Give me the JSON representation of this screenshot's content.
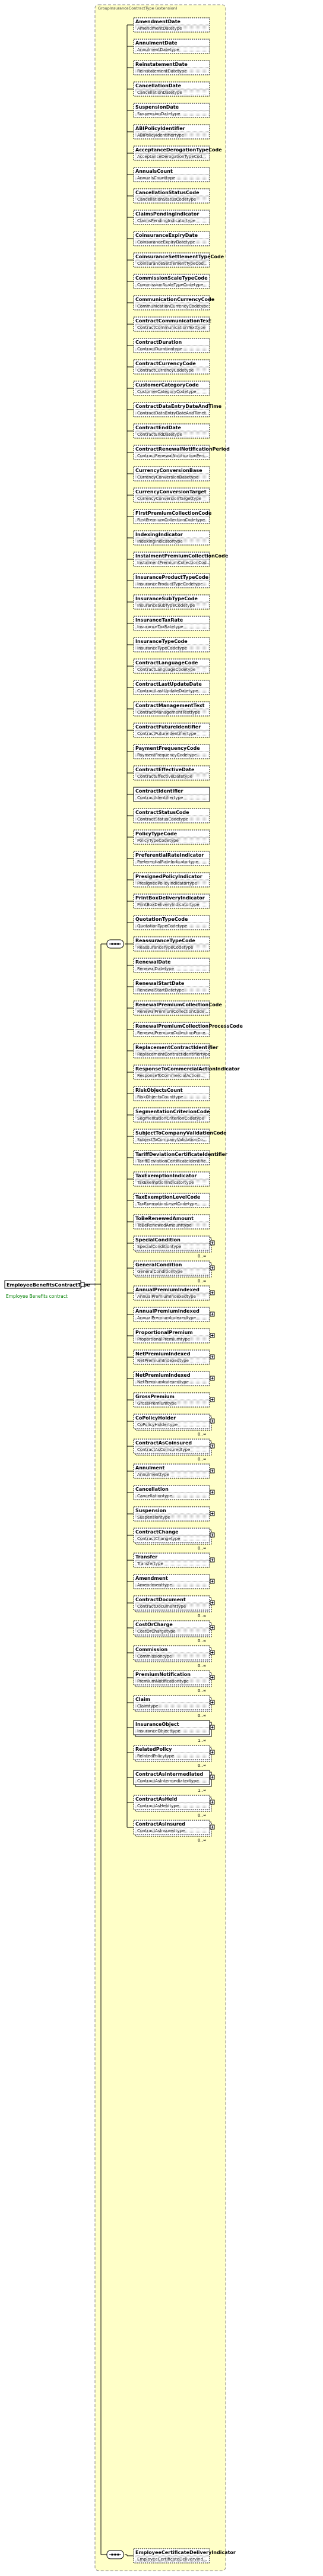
{
  "diagram": {
    "group_label": "GroupInsuranceContractType (extension)",
    "root": {
      "name": "EmployeeBenefitsContractType",
      "doc": "Employee Benefits contract"
    },
    "sequence_1": {
      "elements": [
        {
          "name": "AmendmentDate",
          "type": "AmendmentDatetype",
          "occ": "",
          "kind": "optional"
        },
        {
          "name": "AnnulmentDate",
          "type": "AnnulmentDatetype",
          "occ": "",
          "kind": "optional"
        },
        {
          "name": "ReinstatementDate",
          "type": "ReinstatementDatetype",
          "occ": "",
          "kind": "optional"
        },
        {
          "name": "CancellationDate",
          "type": "CancellationDatetype",
          "occ": "",
          "kind": "optional"
        },
        {
          "name": "SuspensionDate",
          "type": "SuspensionDatetype",
          "occ": "",
          "kind": "optional"
        },
        {
          "name": "ABIPolicyIdentifier",
          "type": "ABIPolicyIdentifiertype",
          "occ": "",
          "kind": "optional"
        },
        {
          "name": "AcceptanceDerogationTypeCode",
          "type": "AcceptanceDerogationTypeCod...",
          "occ": "",
          "kind": "optional"
        },
        {
          "name": "AnnualsCount",
          "type": "AnnualsCounttype",
          "occ": "",
          "kind": "optional"
        },
        {
          "name": "CancellationStatusCode",
          "type": "CancellationStatusCodetype",
          "occ": "",
          "kind": "optional"
        },
        {
          "name": "ClaimsPendingIndicator",
          "type": "ClaimsPendingIndicatortype",
          "occ": "",
          "kind": "optional"
        },
        {
          "name": "CoinsuranceExpiryDate",
          "type": "CoinsuranceExpiryDatetype",
          "occ": "",
          "kind": "optional"
        },
        {
          "name": "CoinsuranceSettlementTypeCode",
          "type": "CoinsuranceSettlementTypeCod...",
          "occ": "",
          "kind": "optional"
        },
        {
          "name": "CommissionScaleTypeCode",
          "type": "CommissionScaleTypeCodetype",
          "occ": "",
          "kind": "optional"
        },
        {
          "name": "CommunicationCurrencyCode",
          "type": "CommunicationCurrencyCodetype",
          "occ": "",
          "kind": "optional"
        },
        {
          "name": "ContractCommunicationText",
          "type": "ContractCommunicationTexttype",
          "occ": "",
          "kind": "optional"
        },
        {
          "name": "ContractDuration",
          "type": "ContractDurationtype",
          "occ": "",
          "kind": "optional"
        },
        {
          "name": "ContractCurrencyCode",
          "type": "ContractCurrencyCodetype",
          "occ": "",
          "kind": "optional"
        },
        {
          "name": "CustomerCategoryCode",
          "type": "CustomerCategoryCodetype",
          "occ": "",
          "kind": "optional"
        },
        {
          "name": "ContractDataEntryDateAndTime",
          "type": "ContractDataEntryDateAndTimet...",
          "occ": "",
          "kind": "optional"
        },
        {
          "name": "ContractEndDate",
          "type": "ContractEndDatetype",
          "occ": "",
          "kind": "optional"
        },
        {
          "name": "ContractRenewalNotificationPeriod",
          "type": "ContractRenewalNotificationPeri...",
          "occ": "",
          "kind": "optional"
        },
        {
          "name": "CurrencyConversionBase",
          "type": "CurrencyConversionBasetype",
          "occ": "",
          "kind": "optional"
        },
        {
          "name": "CurrencyConversionTarget",
          "type": "CurrencyConversionTargettype",
          "occ": "",
          "kind": "optional"
        },
        {
          "name": "FirstPremiumCollectionCode",
          "type": "FirstPremiumCollectionCodetype",
          "occ": "",
          "kind": "optional"
        },
        {
          "name": "IndexingIndicator",
          "type": "IndexingIndicatortype",
          "occ": "",
          "kind": "optional"
        },
        {
          "name": "InstalmentPremiumCollectionCode",
          "type": "InstalmentPremiumCollectionCod...",
          "occ": "",
          "kind": "optional"
        },
        {
          "name": "InsuranceProductTypeCode",
          "type": "InsuranceProductTypeCodetype",
          "occ": "",
          "kind": "optional"
        },
        {
          "name": "InsuranceSubTypeCode",
          "type": "InsuranceSubTypeCodetype",
          "occ": "",
          "kind": "optional"
        },
        {
          "name": "InsuranceTaxRate",
          "type": "InsuranceTaxRatetype",
          "occ": "",
          "kind": "optional"
        },
        {
          "name": "InsuranceTypeCode",
          "type": "InsuranceTypeCodetype",
          "occ": "",
          "kind": "optional"
        },
        {
          "name": "ContractLanguageCode",
          "type": "ContractLanguageCodetype",
          "occ": "",
          "kind": "optional"
        },
        {
          "name": "ContractLastUpdateDate",
          "type": "ContractLastUpdateDatetype",
          "occ": "",
          "kind": "optional"
        },
        {
          "name": "ContractManagementText",
          "type": "ContractManagementTexttype",
          "occ": "",
          "kind": "optional"
        },
        {
          "name": "ContractFutureIdentifier",
          "type": "ContractFutureIdentifiertype",
          "occ": "",
          "kind": "optional"
        },
        {
          "name": "PaymentFrequencyCode",
          "type": "PaymentFrequencyCodetype",
          "occ": "",
          "kind": "optional"
        },
        {
          "name": "ContractEffectiveDate",
          "type": "ContractEffectiveDatetype",
          "occ": "",
          "kind": "optional"
        },
        {
          "name": "ContractIdentifier",
          "type": "ContractIdentifiertype",
          "occ": "",
          "kind": "required"
        },
        {
          "name": "ContractStatusCode",
          "type": "ContractStatusCodetype",
          "occ": "",
          "kind": "optional"
        },
        {
          "name": "PolicyTypeCode",
          "type": "PolicyTypeCodetype",
          "occ": "",
          "kind": "optional"
        },
        {
          "name": "PreferentialRateIndicator",
          "type": "PreferentialRateIndicatortype",
          "occ": "",
          "kind": "optional"
        },
        {
          "name": "PresignedPolicyIndicator",
          "type": "PresignedPolicyIndicatortype",
          "occ": "",
          "kind": "optional"
        },
        {
          "name": "PrintBoxDeliveryIndicator",
          "type": "PrintBoxDeliveryIndicatortype",
          "occ": "",
          "kind": "optional"
        },
        {
          "name": "QuotationTypeCode",
          "type": "QuotationTypeCodetype",
          "occ": "",
          "kind": "optional"
        },
        {
          "name": "ReassuranceTypeCode",
          "type": "ReassuranceTypeCodetype",
          "occ": "",
          "kind": "optional"
        },
        {
          "name": "RenewalDate",
          "type": "RenewalDatetype",
          "occ": "",
          "kind": "optional"
        },
        {
          "name": "RenewalStartDate",
          "type": "RenewalStartDatetype",
          "occ": "",
          "kind": "optional"
        },
        {
          "name": "RenewalPremiumCollectionCode",
          "type": "RenewalPremiumCollectionCode...",
          "occ": "",
          "kind": "optional"
        },
        {
          "name": "RenewalPremiumCollectionProcessCode",
          "type": "RenewalPremiumCollectionProce...",
          "occ": "",
          "kind": "optional"
        },
        {
          "name": "ReplacementContractIdentifier",
          "type": "ReplacementContractIdentifiertype",
          "occ": "",
          "kind": "optional"
        },
        {
          "name": "ResponseToCommercialActionIndicator",
          "type": "ResponseToCommercialActionI...",
          "occ": "",
          "kind": "optional"
        },
        {
          "name": "RiskObjectsCount",
          "type": "RiskObjectsCounttype",
          "occ": "",
          "kind": "optional"
        },
        {
          "name": "SegmentationCriterionCode",
          "type": "SegmentationCriterionCodetype",
          "occ": "",
          "kind": "optional"
        },
        {
          "name": "SubjectToCompanyValidationCode",
          "type": "SubjectToCompanyValidationCo...",
          "occ": "",
          "kind": "optional"
        },
        {
          "name": "TariffDeviationCertificateIdentifier",
          "type": "TariffDeviationCertificateIdentifie...",
          "occ": "",
          "kind": "optional"
        },
        {
          "name": "TaxExemptionIndicator",
          "type": "TaxExemptionIndicatortype",
          "occ": "",
          "kind": "optional"
        },
        {
          "name": "TaxExemptionLevelCode",
          "type": "TaxExemptionLevelCodetype",
          "occ": "",
          "kind": "optional"
        },
        {
          "name": "ToBeRenewedAmount",
          "type": "ToBeRenewedAmounttype",
          "occ": "",
          "kind": "optional"
        },
        {
          "name": "SpecialCondition",
          "type": "SpecialConditiontype",
          "occ": "0..∞",
          "kind": "complex-multi"
        },
        {
          "name": "GeneralCondition",
          "type": "GeneralConditiontype",
          "occ": "0..∞",
          "kind": "complex-multi"
        },
        {
          "name": "AnnualPremiumIndexed",
          "type": "AnnualPremiumIndexedtype",
          "occ": "",
          "kind": "complex"
        },
        {
          "name": "AnnualPremiumIndexed",
          "type": "AnnualPremiumIndexedtype",
          "occ": "",
          "kind": "complex"
        },
        {
          "name": "ProportionalPremium",
          "type": "ProportionalPremiumtype",
          "occ": "",
          "kind": "complex"
        },
        {
          "name": "NetPremiumIndexed",
          "type": "NetPremiumIndexedtype",
          "occ": "",
          "kind": "complex"
        },
        {
          "name": "NetPremiumIndexed",
          "type": "NetPremiumIndexedtype",
          "occ": "",
          "kind": "complex"
        },
        {
          "name": "GrossPremium",
          "type": "GrossPremiumtype",
          "occ": "",
          "kind": "complex"
        },
        {
          "name": "CoPolicyHolder",
          "type": "CoPolicyHoldertype",
          "occ": "0..∞",
          "kind": "complex-multi"
        },
        {
          "name": "ContractAsCoinsured",
          "type": "ContractAsCoinsuredtype",
          "occ": "0..∞",
          "kind": "complex-multi"
        },
        {
          "name": "Annulment",
          "type": "Annulmenttype",
          "occ": "",
          "kind": "complex"
        },
        {
          "name": "Cancellation",
          "type": "Cancellationtype",
          "occ": "",
          "kind": "complex"
        },
        {
          "name": "Suspension",
          "type": "Suspensiontype",
          "occ": "",
          "kind": "complex"
        },
        {
          "name": "ContractChange",
          "type": "ContractChangetype",
          "occ": "0..∞",
          "kind": "complex-multi"
        },
        {
          "name": "Transfer",
          "type": "Transfertype",
          "occ": "",
          "kind": "complex"
        },
        {
          "name": "Amendment",
          "type": "Amendmenttype",
          "occ": "",
          "kind": "complex"
        },
        {
          "name": "ContractDocument",
          "type": "ContractDocumenttype",
          "occ": "0..∞",
          "kind": "complex-multi"
        },
        {
          "name": "CostOrCharge",
          "type": "CostOrChargetype",
          "occ": "0..∞",
          "kind": "complex-multi"
        },
        {
          "name": "Commission",
          "type": "Commissiontype",
          "occ": "0..∞",
          "kind": "complex-multi"
        },
        {
          "name": "PremiumNotification",
          "type": "PremiumNotificationtype",
          "occ": "0..∞",
          "kind": "complex-multi"
        },
        {
          "name": "Claim",
          "type": "Claimtype",
          "occ": "0..∞",
          "kind": "complex-multi"
        },
        {
          "name": "InsuranceObject",
          "type": "InsuranceObjecttype",
          "occ": "1..∞",
          "kind": "complex-req-multi"
        },
        {
          "name": "RelatedPolicy",
          "type": "RelatedPolicytype",
          "occ": "0..∞",
          "kind": "complex-multi"
        },
        {
          "name": "ContractAsIntermediated",
          "type": "ContractAsIntermediatedtype",
          "occ": "1..∞",
          "kind": "complex-req-multi"
        },
        {
          "name": "ContractAsHeld",
          "type": "ContractAsHeldtype",
          "occ": "0..∞",
          "kind": "complex-multi"
        },
        {
          "name": "ContractAsInsured",
          "type": "ContractAsInsuredtype",
          "occ": "0..∞",
          "kind": "complex-multi"
        }
      ]
    },
    "sequence_2": {
      "elements": [
        {
          "name": "EmployeeCertificateDeliveryIndicator",
          "type": "EmployeeCertificateDeliveryInd...",
          "occ": "",
          "kind": "optional"
        }
      ]
    }
  }
}
